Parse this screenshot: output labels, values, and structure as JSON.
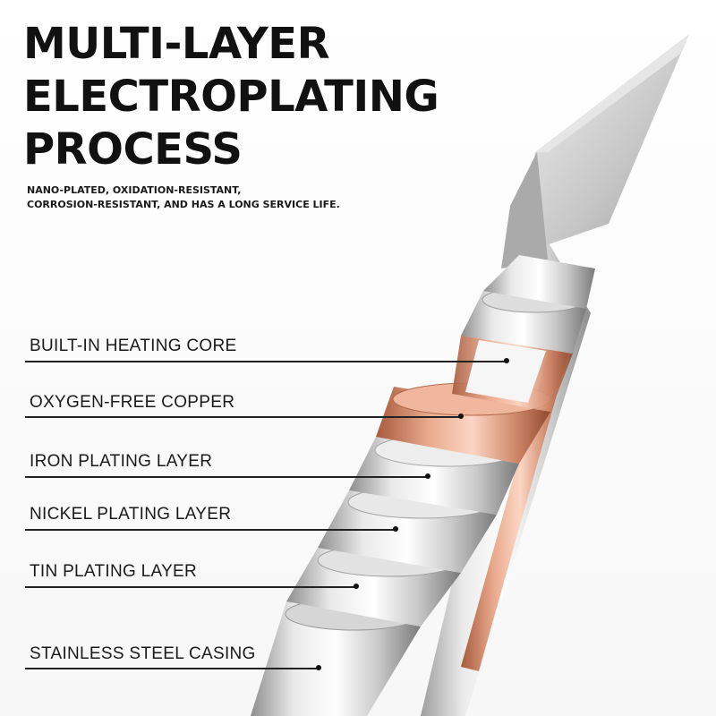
{
  "title_lines": [
    "MULTI-LAYER",
    "ELECTROPLATING",
    "PROCESS"
  ],
  "subtitle_lines": [
    "NANO-PLATED, OXIDATION-RESISTANT,",
    "CORROSION-RESISTANT, AND HAS A LONG SERVICE LIFE."
  ],
  "layers": [
    {
      "label": "BUILT-IN HEATING CORE"
    },
    {
      "label": "OXYGEN-FREE COPPER"
    },
    {
      "label": "IRON PLATING LAYER"
    },
    {
      "label": "NICKEL PLATING LAYER"
    },
    {
      "label": "TIN PLATING LAYER"
    },
    {
      "label": "STAINLESS STEEL CASING"
    }
  ],
  "colors": {
    "text": "#111111",
    "copper": "#d98c6b",
    "steel": "#bfbfbf",
    "background": "#ffffff"
  }
}
